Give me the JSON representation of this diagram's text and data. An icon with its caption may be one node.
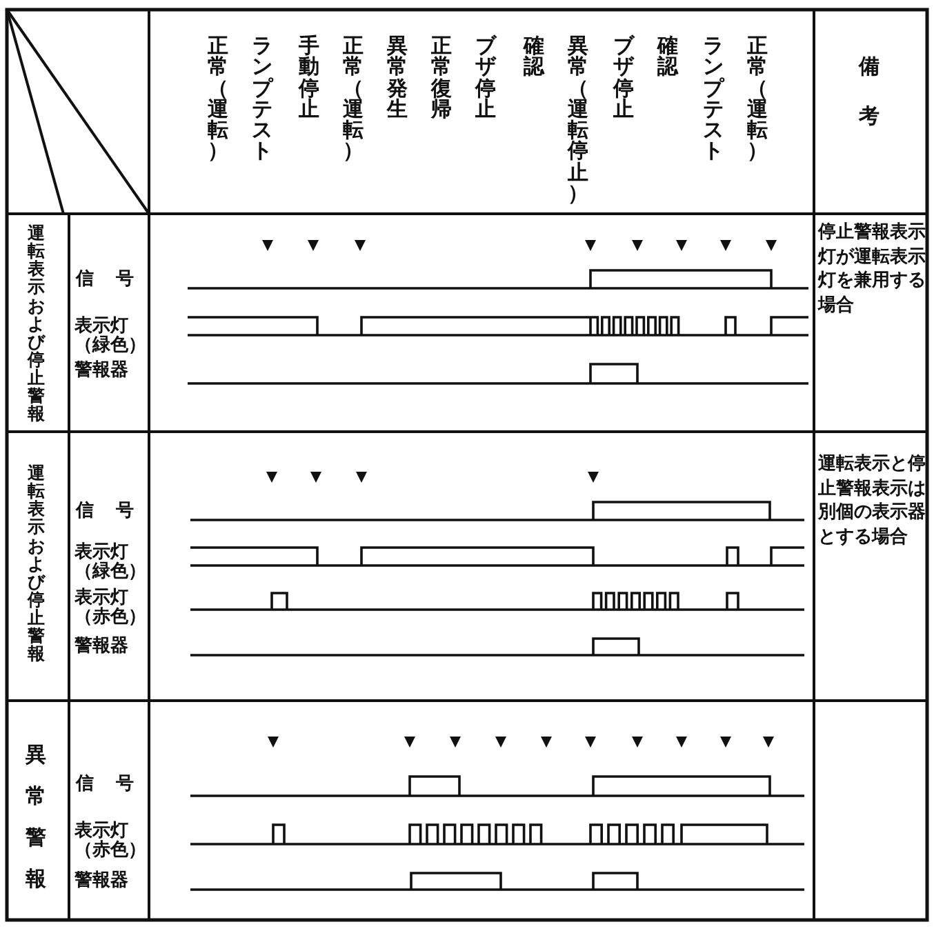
{
  "diagram": {
    "labels": [
      "正常（運転）",
      "ランプテスト",
      "手動停止",
      "正常（運転）",
      "異常発生",
      "正常復帰",
      "ブザ停止",
      "確認",
      "異常（運転停止）",
      "ブザ停止",
      "確認",
      "ランプテスト",
      "正常（運転）",
      "備考",
      "運転表示および停止警報",
      "信号",
      "表示灯（緑色）",
      "警報器",
      "停止警報表示灯が運転表示灯を兼用する場合",
      "運転表示および停止警報",
      "信号",
      "表示灯（緑色）",
      "表示灯（赤色）",
      "警報器",
      "運転表示と停止警報表示は別個の表示器とする場合",
      "異常警報",
      "信号",
      "表示灯（赤色）",
      "警報器"
    ]
  }
}
